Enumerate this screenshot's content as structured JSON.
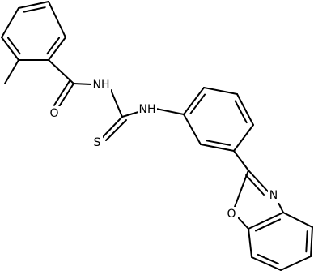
{
  "molecule": {
    "atom_labels": {
      "carbonyl_oxygen": "O",
      "amide_nh": "NH",
      "thione_sulfur": "S",
      "thioamide_nh": "NH",
      "oxazole_nitrogen": "N",
      "oxazole_oxygen": "O"
    },
    "colors": {
      "bond": "#000000",
      "label": "#000000",
      "background": "#ffffff"
    }
  }
}
